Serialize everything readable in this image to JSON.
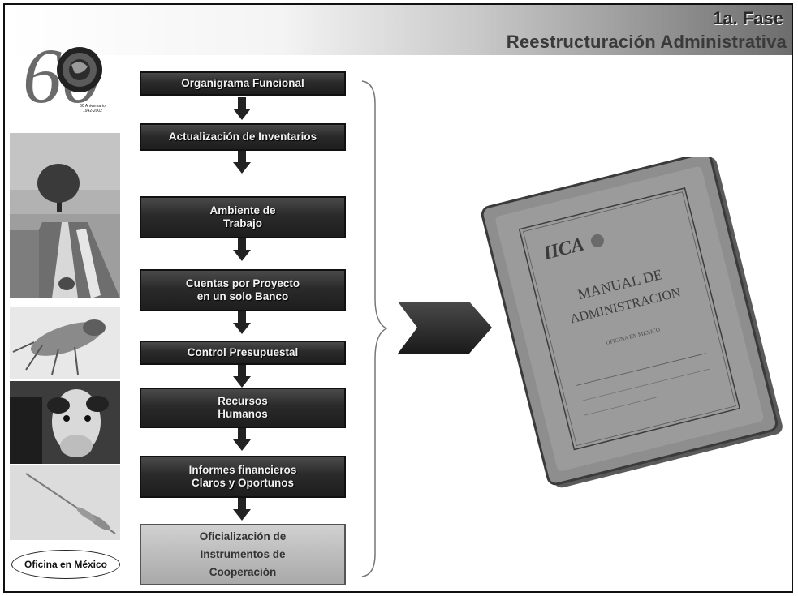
{
  "header": {
    "line1": "1a. Fase",
    "line2": "Reestructuración Administrativa"
  },
  "logo": {
    "numeral": "60",
    "caption": "60 Aniversario",
    "years": "1942-2002"
  },
  "flow_steps": [
    {
      "label": "Organigrama Funcional"
    },
    {
      "label": "Actualización de Inventarios"
    },
    {
      "label": "Ambiente de\nTrabajo"
    },
    {
      "label": "Cuentas por Proyecto\nen un solo Banco"
    },
    {
      "label": "Control Presupuestal"
    },
    {
      "label": "Recursos\nHumanos"
    },
    {
      "label": "Informes financieros\nClaros y Oportunos"
    },
    {
      "label": "Oficialización de\nInstrumentos de\nCooperación"
    }
  ],
  "manual": {
    "brand": "IICA",
    "title_line1": "MANUAL DE",
    "title_line2": "ADMINISTRACION",
    "subtitle": "OFICINA EN MEXICO"
  },
  "footer_badge": "Oficina en México",
  "colors": {
    "box_dark": "#2a2a2a",
    "box_light": "#b5b5b5",
    "book_cover": "#8a8a8a"
  }
}
